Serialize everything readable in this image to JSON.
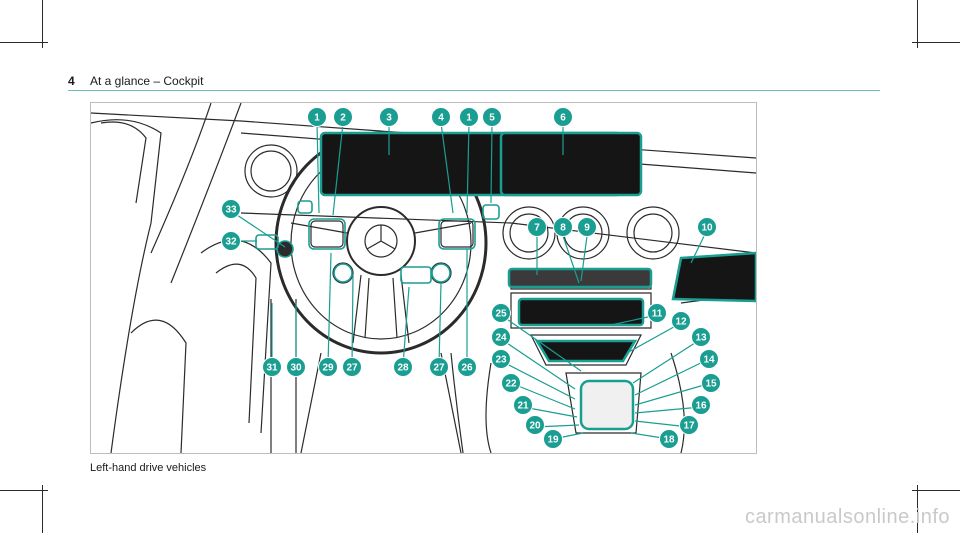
{
  "header": {
    "page_number": "4",
    "title": "At a glance – Cockpit"
  },
  "caption": "Left-hand drive vehicles",
  "watermark": "carmanualsonline.info",
  "figure": {
    "accent_color": "#1a9e92",
    "callouts": [
      "1",
      "2",
      "3",
      "4",
      "1",
      "5",
      "6",
      "33",
      "32",
      "7",
      "8",
      "9",
      "10",
      "25",
      "24",
      "23",
      "22",
      "21",
      "20",
      "19",
      "11",
      "12",
      "13",
      "14",
      "15",
      "16",
      "17",
      "18",
      "31",
      "30",
      "29",
      "27",
      "28",
      "27",
      "26"
    ]
  }
}
